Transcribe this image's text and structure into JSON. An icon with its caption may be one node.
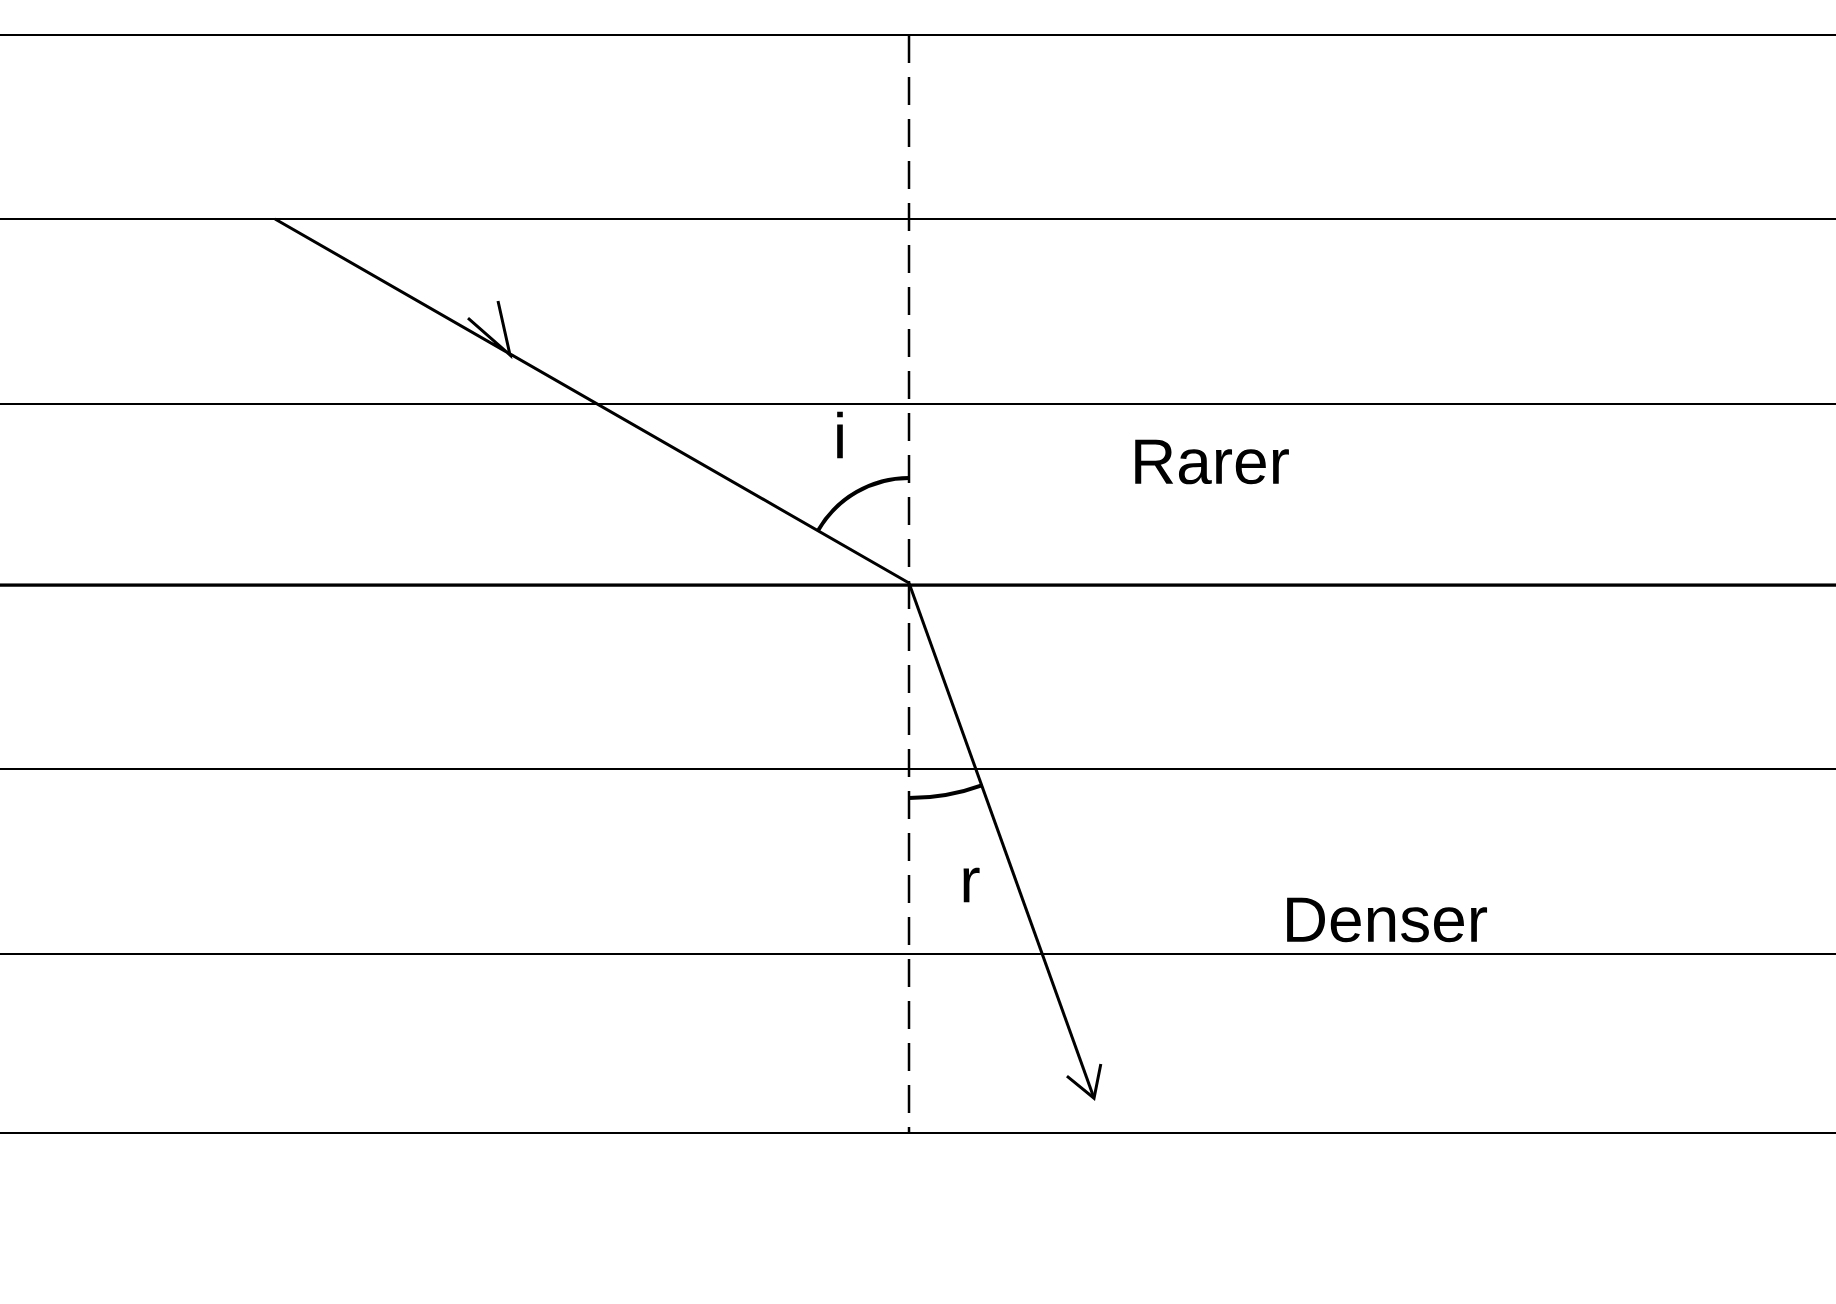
{
  "diagram": {
    "labels": [
      "i",
      "Rarer",
      "r",
      "Denser"
    ]
  }
}
